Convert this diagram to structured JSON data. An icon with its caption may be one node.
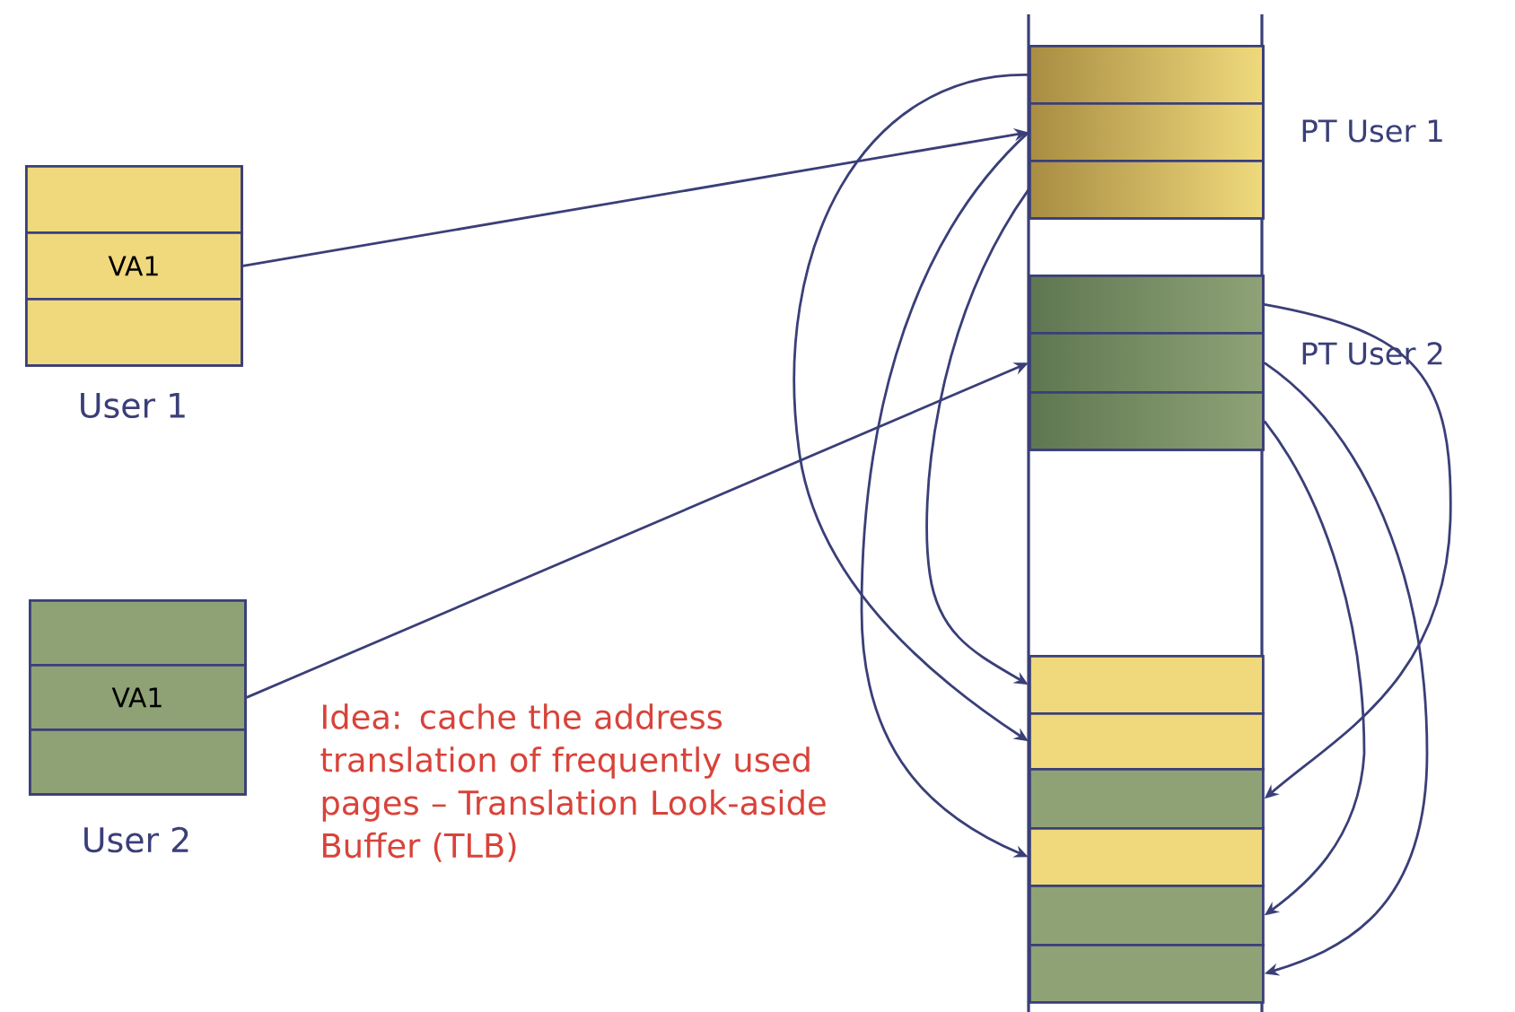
{
  "diagram": {
    "nodes": [
      {
        "text": [
          "User 1"
        ]
      },
      {
        "text": [],
        "shape": "box",
        "in": 0
      },
      {
        "text": [
          "VA1"
        ],
        "in": 0
      },
      {
        "text": [],
        "shape": "box",
        "in": 0
      },
      {
        "text": [
          "User 2"
        ]
      },
      {
        "text": [],
        "shape": "box",
        "in": 4
      },
      {
        "text": [
          "VA1"
        ],
        "in": 4
      },
      {
        "text": [],
        "shape": "box",
        "in": 4
      },
      {
        "text": [
          "PT User 1"
        ]
      },
      {
        "text": [],
        "shape": "box",
        "in": 8
      },
      {
        "text": [],
        "shape": "box",
        "in": 8
      },
      {
        "text": [],
        "shape": "box",
        "in": 8
      },
      {
        "text": [
          "PT User 2"
        ]
      },
      {
        "text": [],
        "shape": "box",
        "in": 12
      },
      {
        "text": [],
        "shape": "box",
        "in": 12
      },
      {
        "text": [],
        "shape": "box",
        "in": 12
      },
      {
        "text": [],
        "shape": "box"
      },
      {
        "text": [],
        "shape": "box"
      },
      {
        "text": [],
        "shape": "box"
      },
      {
        "text": [],
        "shape": "box"
      },
      {
        "text": [],
        "shape": "box"
      },
      {
        "text": [],
        "shape": "box"
      }
    ],
    "edges": [
      {
        "from": 2,
        "to": 10,
        "arrow": "to"
      },
      {
        "from": 6,
        "to": 14,
        "arrow": "to"
      },
      {
        "from": 9,
        "to": 17,
        "arrow": "to"
      },
      {
        "from": 10,
        "to": 19,
        "arrow": "to"
      },
      {
        "from": 11,
        "to": 16,
        "arrow": "to"
      },
      {
        "from": 13,
        "to": 18,
        "arrow": "to"
      },
      {
        "from": 14,
        "to": 21,
        "arrow": "to"
      },
      {
        "from": 15,
        "to": 20,
        "arrow": "to"
      }
    ],
    "labels": [
      "Idea: cache the address translation of frequently used pages – Translation Look-aside Buffer (TLB)"
    ]
  }
}
